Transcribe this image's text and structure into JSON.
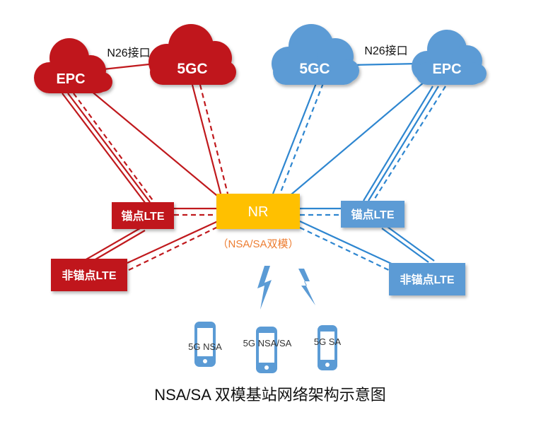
{
  "colors": {
    "red": "#c0191d",
    "red_dark": "#a01014",
    "blue": "#5b9bd5",
    "blue_line": "#2e86d0",
    "nr": "#ffc000",
    "nr_sub": "#ed7d31"
  },
  "left_core": {
    "epc_label": "EPC",
    "gc_label": "5GC",
    "interface_label": "N26接口"
  },
  "right_core": {
    "gc_label": "5GC",
    "epc_label": "EPC",
    "interface_label": "N26接口"
  },
  "nr": {
    "label": "NR",
    "sublabel": "（NSA/SA双模）"
  },
  "left_ran": {
    "anchor_label": "锚点LTE",
    "non_anchor_label": "非锚点LTE"
  },
  "right_ran": {
    "anchor_label": "锚点LTE",
    "non_anchor_label": "非锚点LTE"
  },
  "terminals": [
    {
      "label": "5G NSA"
    },
    {
      "label": "5G NSA/SA"
    },
    {
      "label": "5G SA"
    }
  ],
  "icons": {
    "cloud": "cloud-icon",
    "lightning": "lightning-icon",
    "phone": "phone-icon"
  },
  "caption": "NSA/SA 双模基站网络架构示意图"
}
